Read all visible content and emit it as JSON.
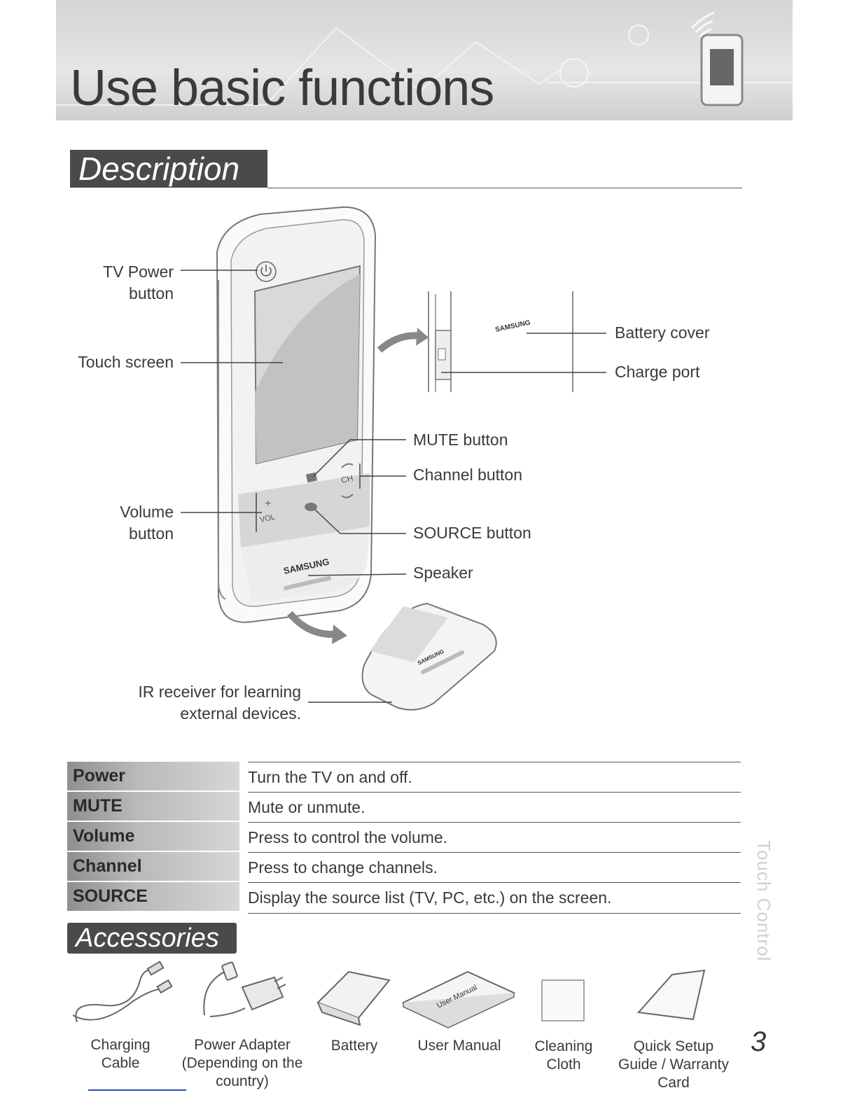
{
  "header": {
    "title": "Use basic functions"
  },
  "description": {
    "heading": "Description",
    "callouts": {
      "tv_power": "TV Power\nbutton",
      "touch_screen": "Touch screen",
      "volume": "Volume\nbutton",
      "ir_receiver": "IR receiver for learning\nexternal devices.",
      "battery_cover": "Battery cover",
      "charge_port": "Charge port",
      "mute": "MUTE button",
      "channel": "Channel button",
      "source": "SOURCE button",
      "speaker": "Speaker"
    },
    "device_labels": {
      "brand": "SAMSUNG",
      "vol": "VOL",
      "ch": "CH"
    }
  },
  "functions": [
    {
      "name": "Power",
      "description": "Turn the TV on and off."
    },
    {
      "name": "MUTE",
      "description": "Mute or unmute."
    },
    {
      "name": "Volume",
      "description": "Press to control the volume."
    },
    {
      "name": "Channel",
      "description": "Press to change channels."
    },
    {
      "name": "SOURCE",
      "description": "Display the source list (TV, PC, etc.) on the screen."
    }
  ],
  "accessories": {
    "heading": "Accessories",
    "items": [
      {
        "label": "Charging\nCable",
        "icon": "charging-cable-icon"
      },
      {
        "label": "Power Adapter\n(Depending on the\ncountry)",
        "icon": "power-adapter-icon"
      },
      {
        "label": "Battery",
        "icon": "battery-icon"
      },
      {
        "label": "User Manual",
        "icon": "user-manual-icon",
        "art_text": "User Manual"
      },
      {
        "label": "Cleaning\nCloth",
        "icon": "cleaning-cloth-icon"
      },
      {
        "label": "Quick Setup\nGuide / Warranty\nCard",
        "icon": "quick-setup-guide-icon"
      }
    ]
  },
  "side_tab": "Touch Control",
  "page_number": "3"
}
